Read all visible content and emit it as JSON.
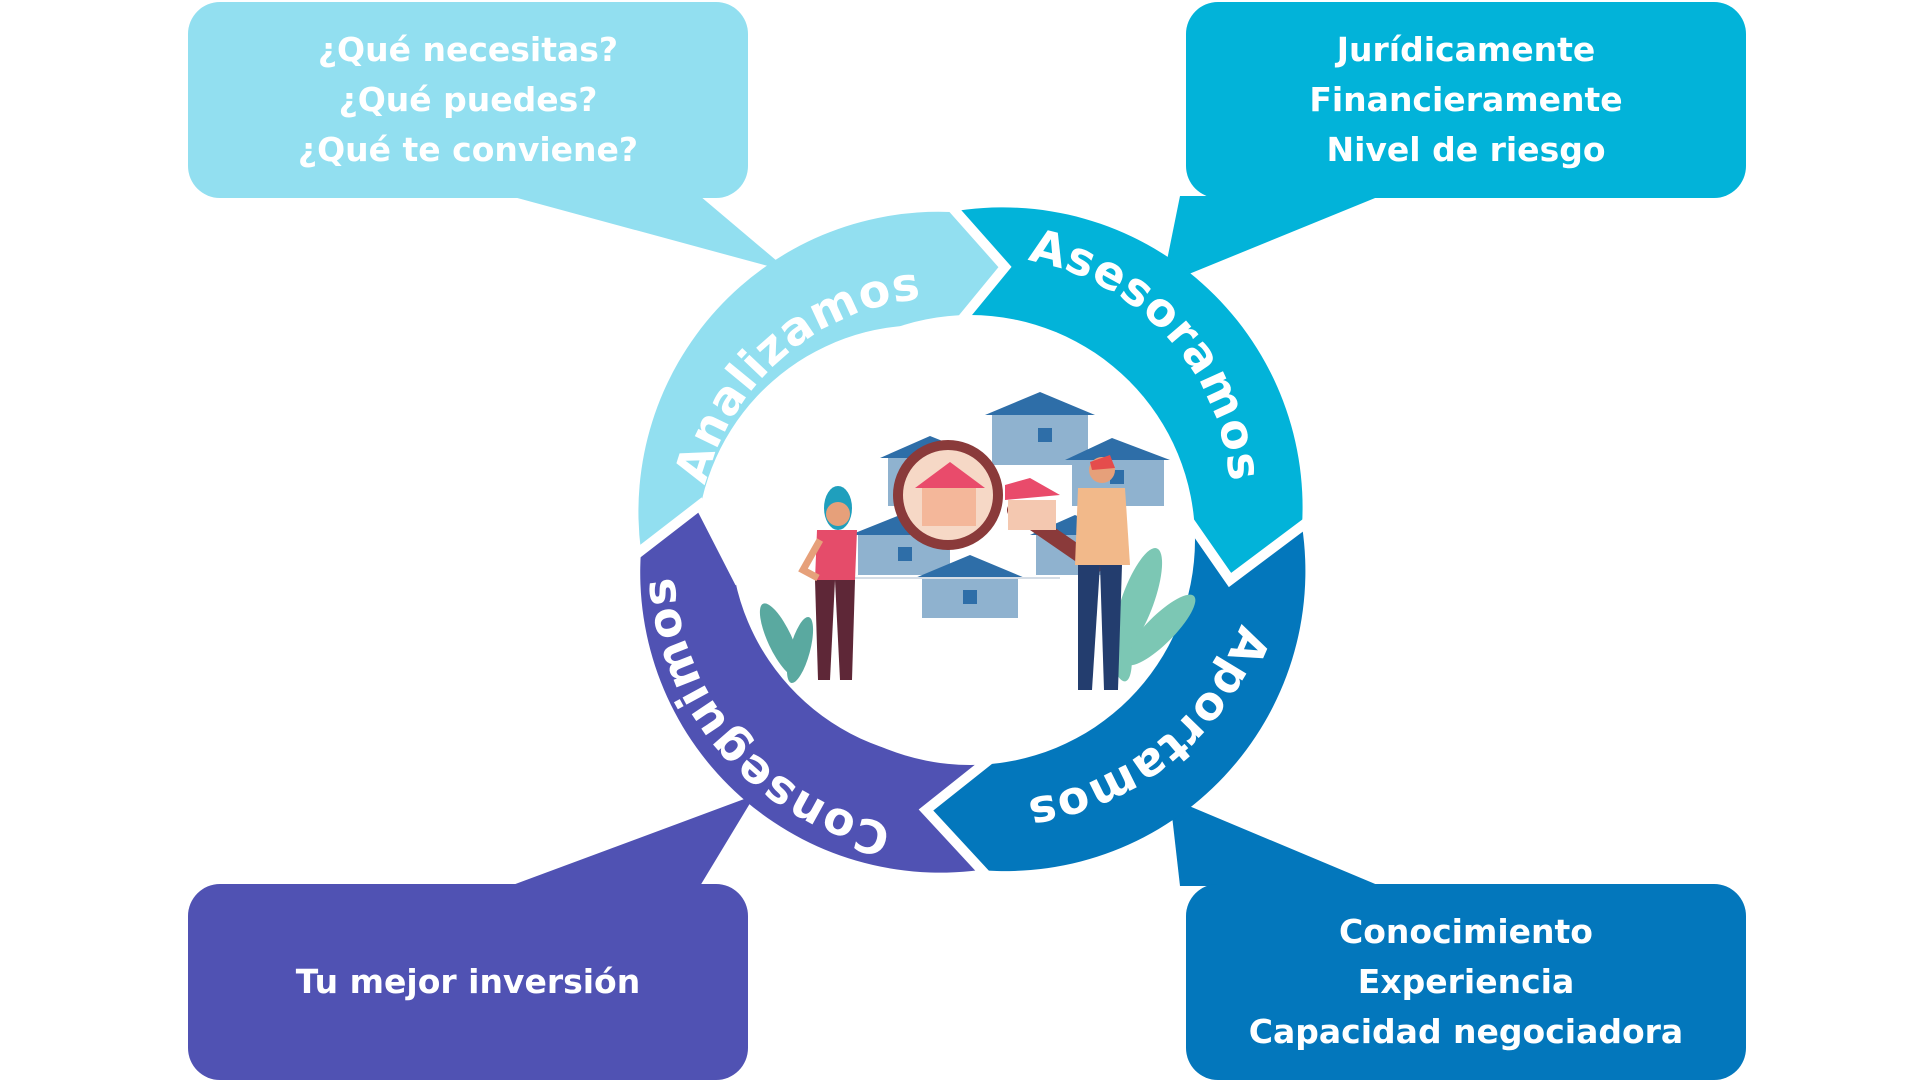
{
  "ring": {
    "analizamos": "Analizamos",
    "asesoramos": "Asesoramos",
    "aportamos": "Aportamos",
    "conseguimos": "Conseguimos"
  },
  "boxes": {
    "top_left": {
      "lines": [
        "¿Qué necesitas?",
        "¿Qué puedes?",
        "¿Qué te conviene?"
      ]
    },
    "top_right": {
      "lines": [
        "Jurídicamente",
        "Financieramente",
        "Nivel de riesgo"
      ]
    },
    "bottom_left": {
      "lines": [
        "Tu mejor inversión"
      ]
    },
    "bottom_right": {
      "lines": [
        "Conocimiento",
        "Experiencia",
        "Capacidad negociadora"
      ]
    }
  },
  "colors": {
    "analizamos": "#92dff0",
    "asesoramos": "#02b3d9",
    "aportamos": "#0377bc",
    "conseguimos": "#5052b3"
  }
}
